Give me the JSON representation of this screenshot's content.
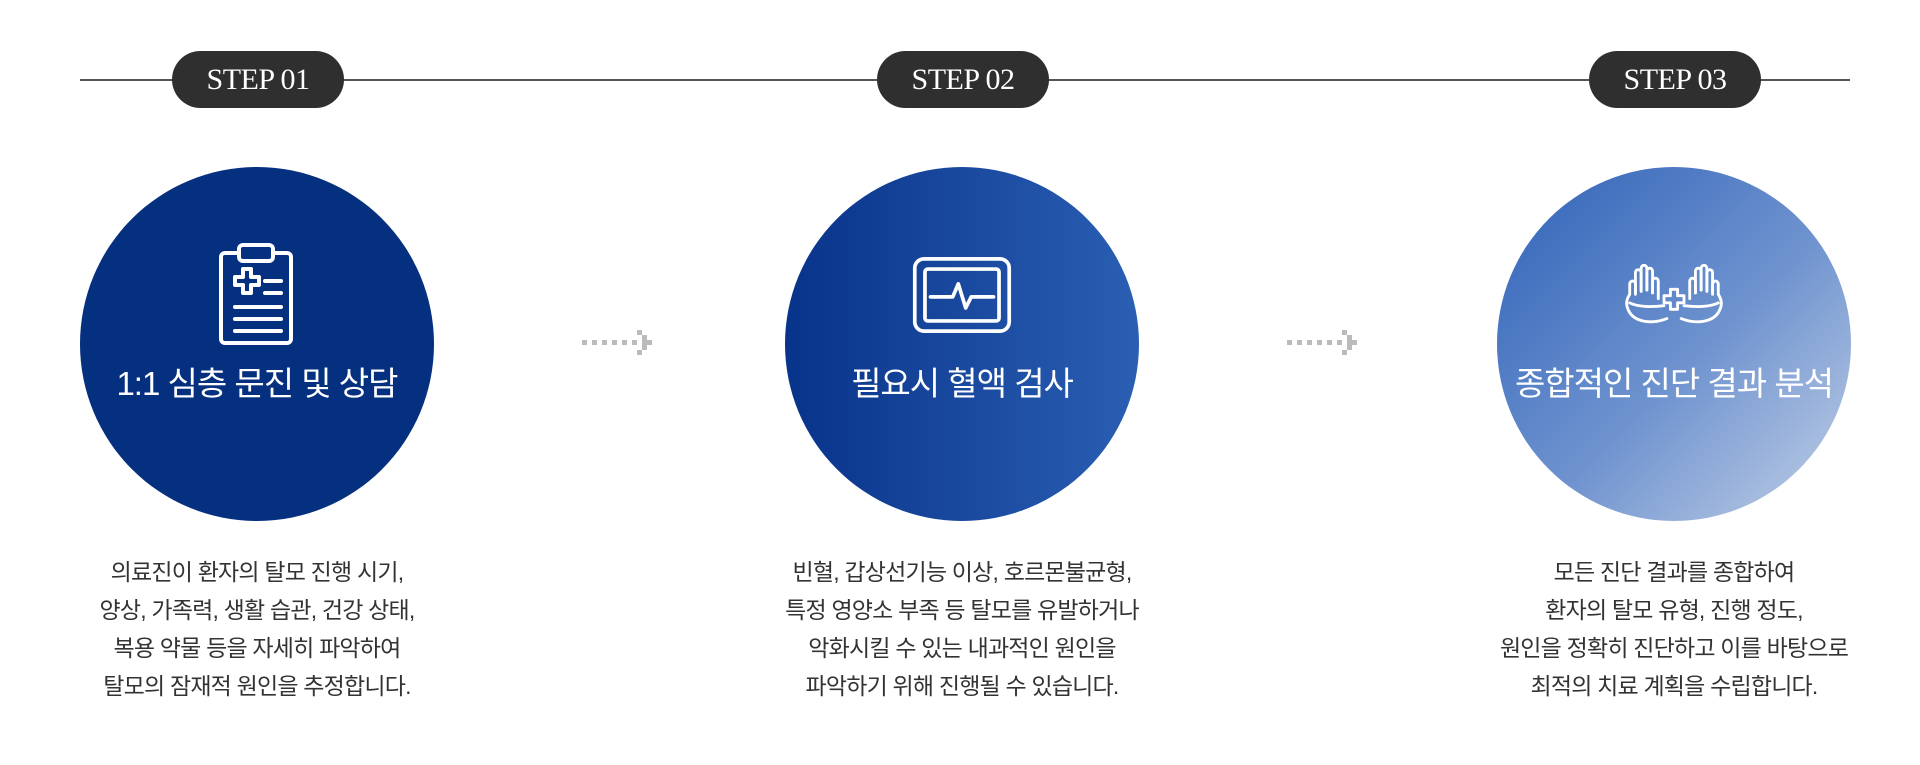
{
  "steps": [
    {
      "badge": "STEP 01",
      "title": "1:1 심층 문진 및 상담",
      "icon": "clipboard-medical-icon",
      "desc": [
        "의료진이 환자의 탈모 진행 시기,",
        "양상, 가족력, 생활 습관, 건강 상태,",
        "복용 약물 등을 자세히 파악하여",
        "탈모의 잠재적 원인을 추정합니다."
      ]
    },
    {
      "badge": "STEP 02",
      "title": "필요시 혈액 검사",
      "icon": "heart-monitor-icon",
      "desc": [
        "빈혈, 갑상선기능 이상, 호르몬불균형,",
        "특정 영양소 부족 등 탈모를 유발하거나",
        "악화시킬 수 있는 내과적인 원인을",
        "파악하기 위해 진행될 수 있습니다."
      ]
    },
    {
      "badge": "STEP 03",
      "title": "종합적인 진단 결과 분석",
      "icon": "hands-medical-cross-icon",
      "desc": [
        "모든 진단 결과를 종합하여",
        "환자의 탈모 유형, 진행 정도,",
        "원인을 정확히 진단하고 이를 바탕으로",
        "최적의 치료 계획을 수립합니다."
      ]
    }
  ],
  "colors": {
    "badge_bg": "#2f2f2f",
    "circle1": "#052f7f",
    "circle2_start": "#08338a",
    "circle2_end": "#2a5fb3",
    "circle3_start": "#2f62b8",
    "circle3_end": "#c3d1e7",
    "arrow": "#bbbbbb"
  }
}
